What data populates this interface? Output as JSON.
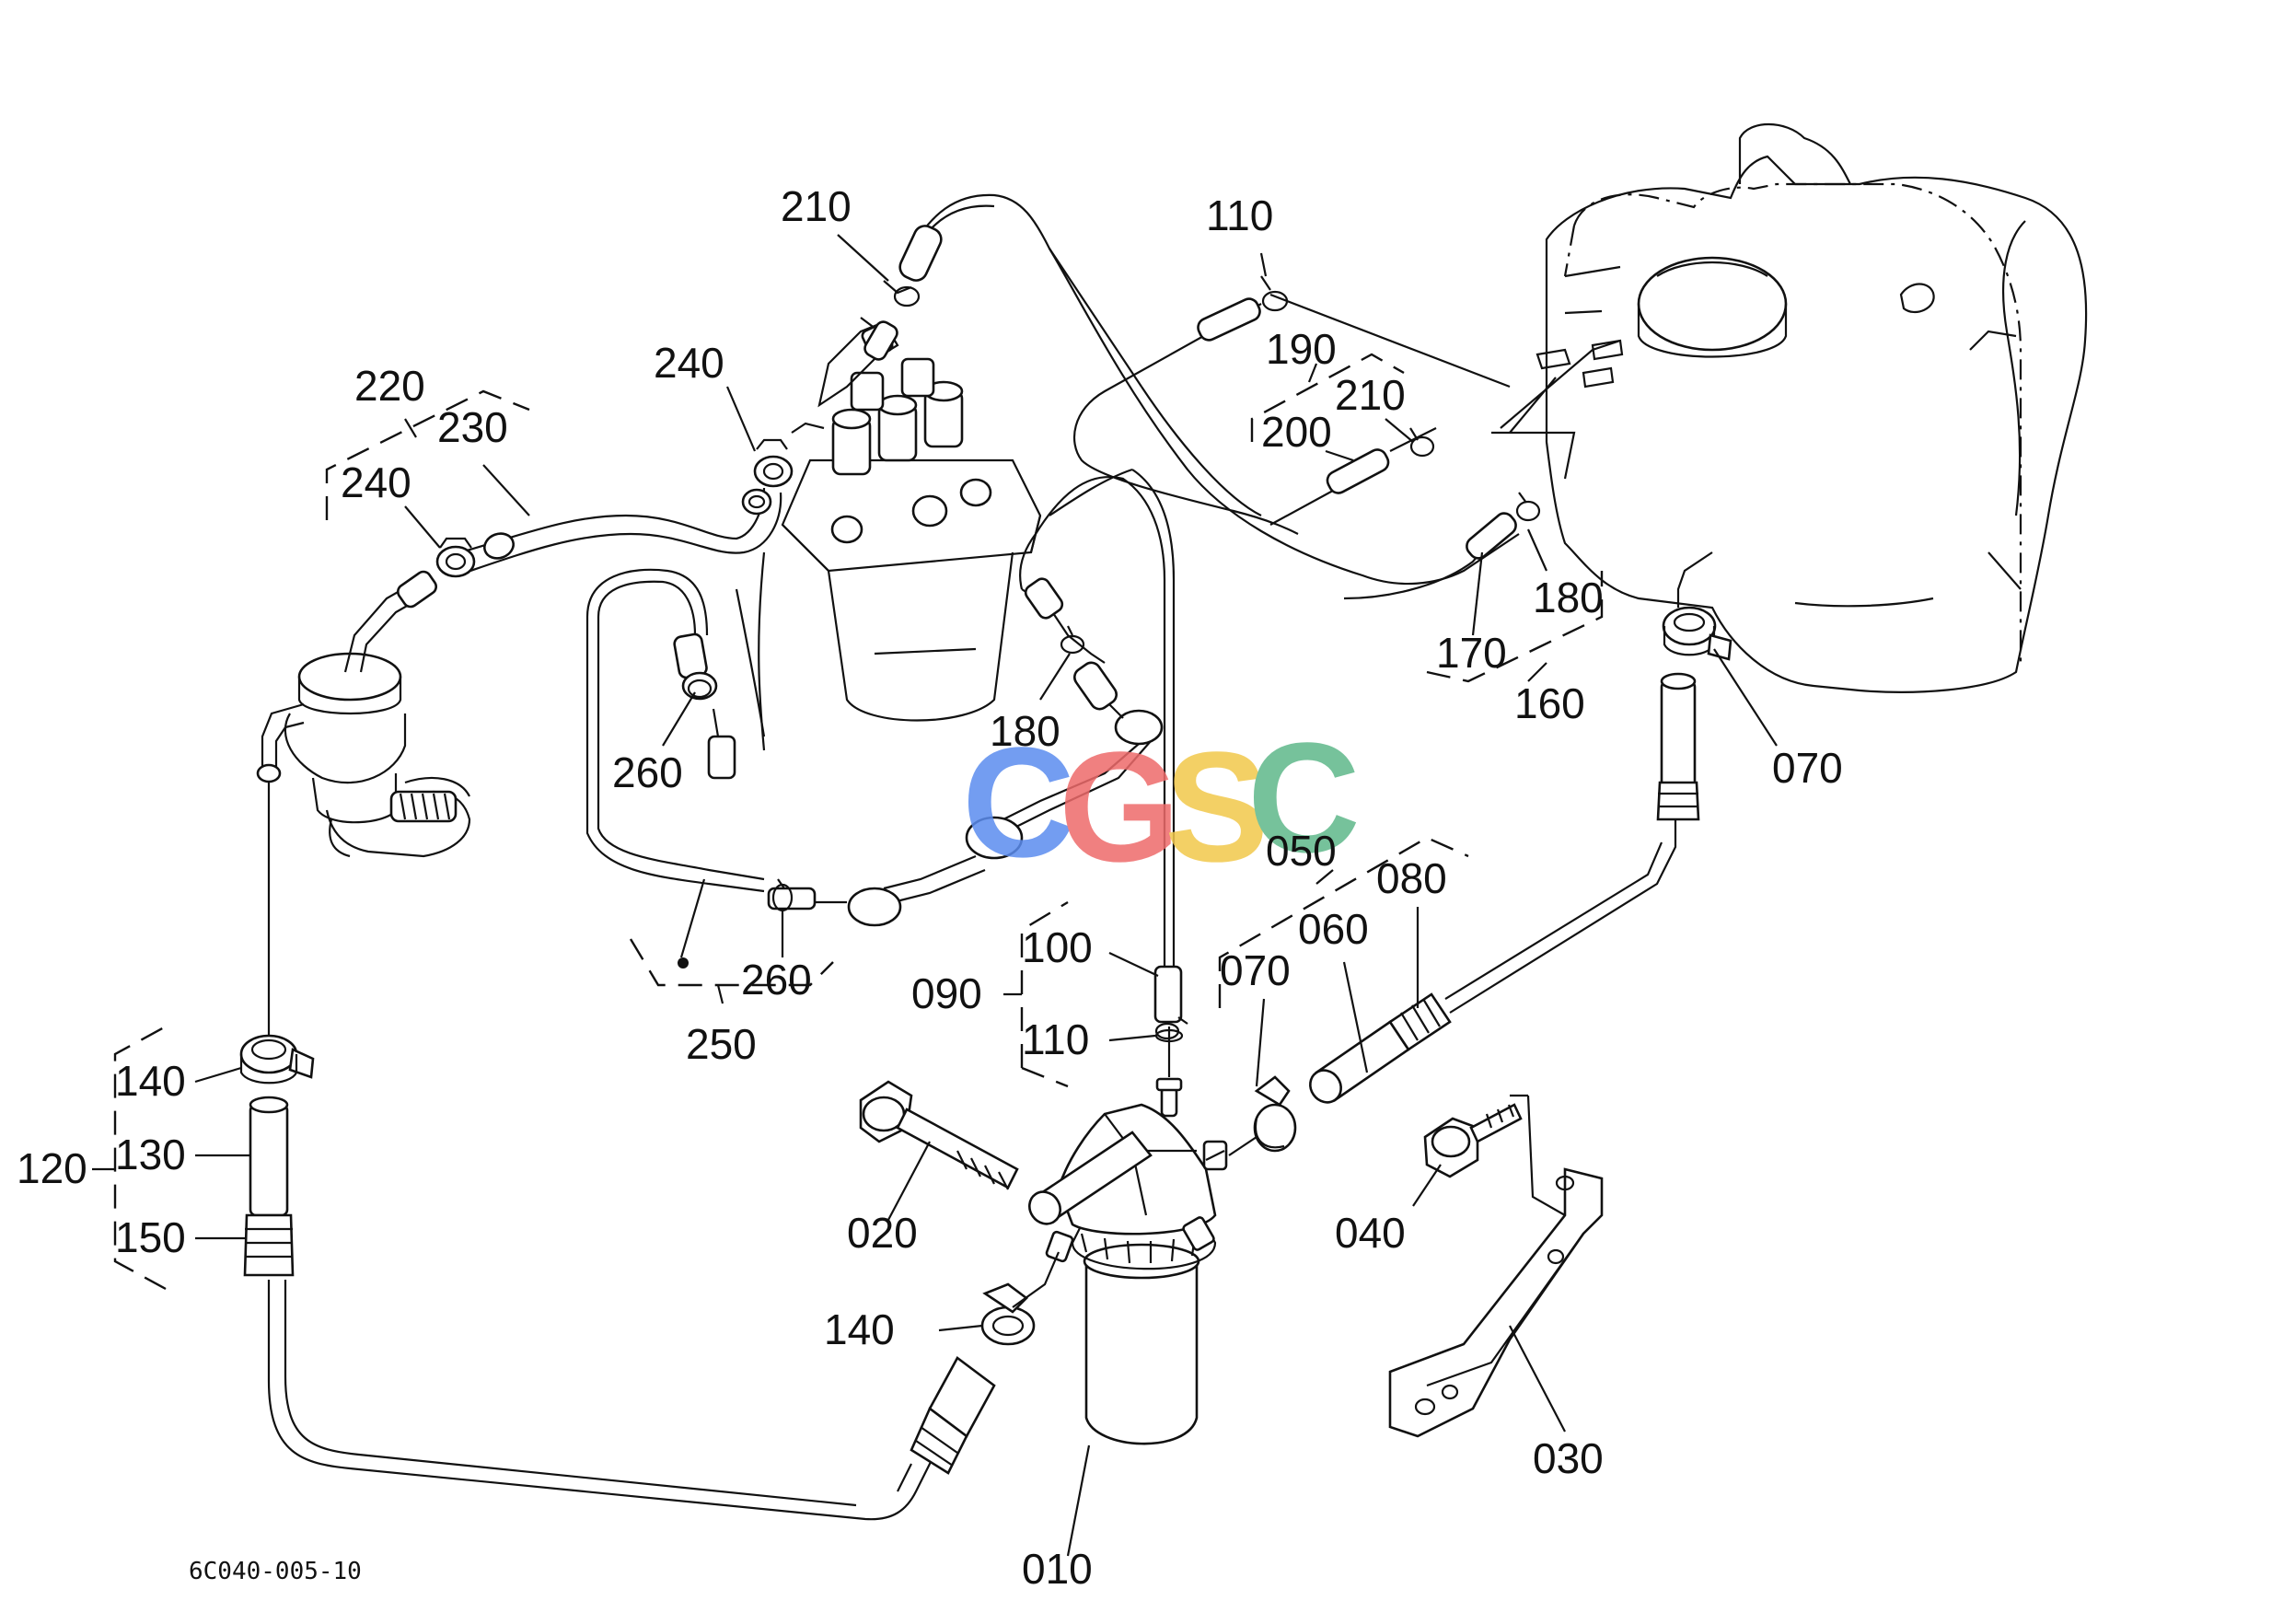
{
  "diagram": {
    "drawing_code": "6C040-005-10",
    "watermark": {
      "letters": [
        "C",
        "G",
        "S",
        "C"
      ],
      "colors": [
        "#5b8def",
        "#ee6b6b",
        "#f2c84b",
        "#5fb88a"
      ]
    },
    "callouts": {
      "c010": "010",
      "c020": "020",
      "c030": "030",
      "c040": "040",
      "c050": "050",
      "c060": "060",
      "c070a": "070",
      "c070b": "070",
      "c080": "080",
      "c090": "090",
      "c100": "100",
      "c110a": "110",
      "c110b": "110",
      "c120": "120",
      "c130": "130",
      "c140a": "140",
      "c140b": "140",
      "c150": "150",
      "c160": "160",
      "c170": "170",
      "c180a": "180",
      "c180b": "180",
      "c190": "190",
      "c200": "200",
      "c210a": "210",
      "c210b": "210",
      "c220": "220",
      "c230": "230",
      "c240a": "240",
      "c240b": "240",
      "c250": "250",
      "c260a": "260",
      "c260b": "260"
    }
  }
}
